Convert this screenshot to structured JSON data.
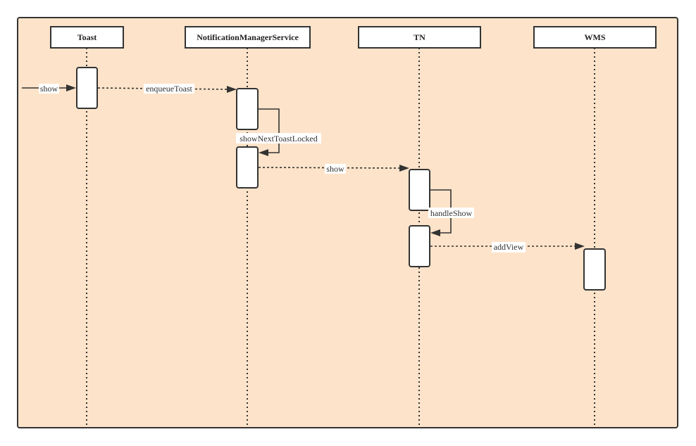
{
  "participants": {
    "toast": "Toast",
    "nms": "NotificationManagerService",
    "tn": "TN",
    "wms": "WMS"
  },
  "messages": {
    "show_in": "show",
    "enqueue": "enqueueToast",
    "show_next": "showNextToastLocked",
    "show_tn": "show",
    "handle_show": "handleShow",
    "add_view": "addView"
  }
}
